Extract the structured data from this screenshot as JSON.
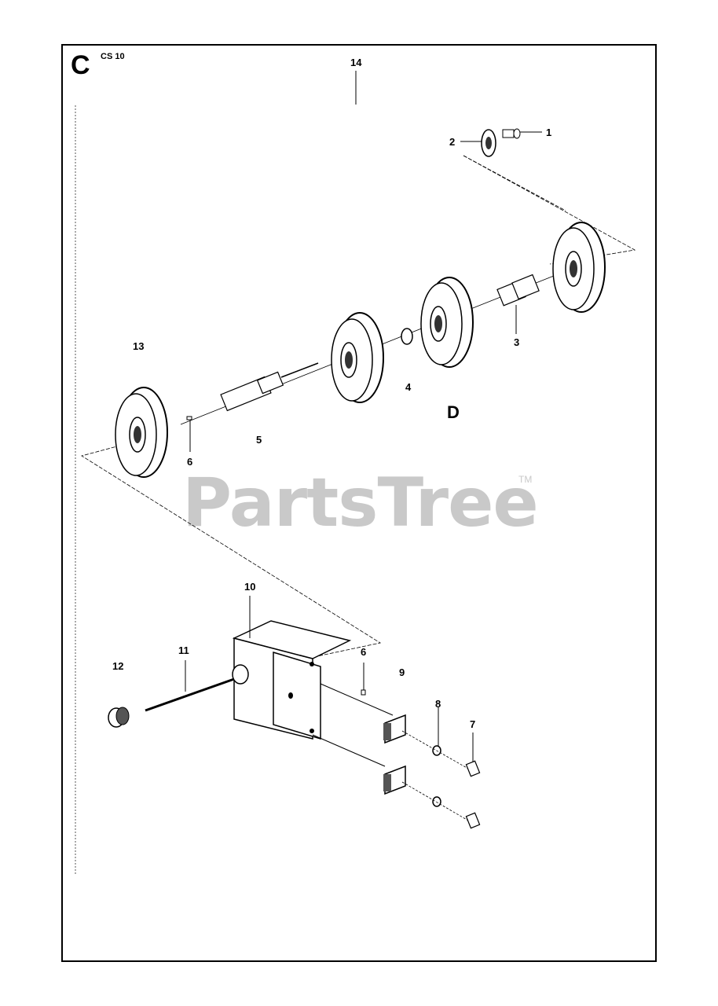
{
  "diagram": {
    "section_letter": "C",
    "model": "CS 10",
    "sub_section_letter": "D",
    "watermark": "PartsTree",
    "trademark": "TM",
    "callouts": [
      "1",
      "2",
      "3",
      "4",
      "5",
      "6",
      "13",
      "14",
      "10",
      "11",
      "12",
      "6",
      "9",
      "8",
      "7"
    ]
  }
}
